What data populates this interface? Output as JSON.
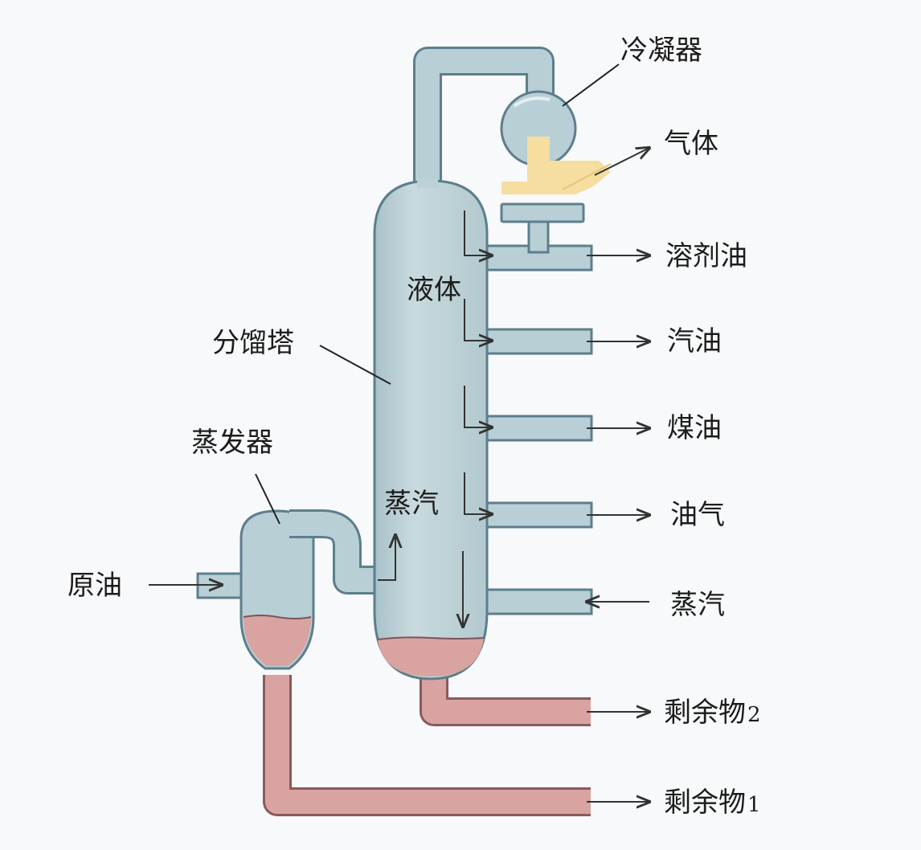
{
  "labels": {
    "condenser": "冷凝器",
    "gas": "气体",
    "solvent_oil": "溶剂油",
    "liquid": "液体",
    "column": "分馏塔",
    "gasoline": "汽油",
    "kerosene": "煤油",
    "evaporator": "蒸发器",
    "steam_inside": "蒸汽",
    "oil_gas": "油气",
    "crude_oil": "原油",
    "steam_in": "蒸汽",
    "residue2_text": "剩余物",
    "residue2_num": "2",
    "residue1_text": "剩余物",
    "residue1_num": "1"
  },
  "colors": {
    "pipe_fill": "#b9cfd6",
    "pipe_outline": "#5d7e8c",
    "residue_fill": "#d9a3a2",
    "residue_outline": "#8a5a5d",
    "condensate_fill": "#f6dda0",
    "background": "#f7f9fa"
  }
}
